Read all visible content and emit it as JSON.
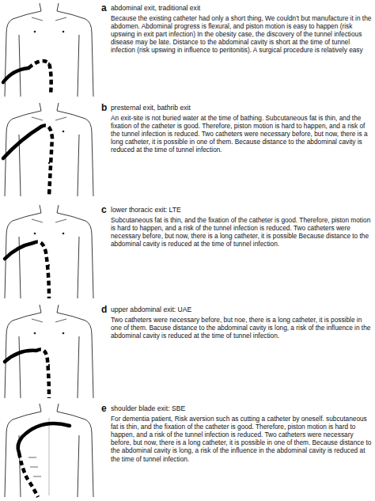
{
  "diagram": {
    "labels": [
      "a",
      "abdominal exit, traditional exit",
      "Because the existing catheter had only a short thing, We couldn't but manufacture it in the abdomen. Abdominal progress is flexural, and piston motion is easy to happen (risk upswing in exit part infection) In the obesity case, the discovery of the tunnel infectious disease may be late. Distance to the abdominal cavity is short at the time of tunnel infection (risk upswing in influence to peritonitis). A surgical procedure is relatively easy",
      "b",
      "presternal exit, bathrib exit",
      "An exit-site is not buried water at the time of bathing. Subcutaneous fat is thin, and the fixation of the catheter is good. Therefore, piston motion is hard to happen, and a risk of the tunnel infection is reduced. Two catheters were necessary before, but now, there is a long catheter, it is possible in one of them. Because distance to the abdominal cavity is reduced at the time of tunnel infection.",
      "c",
      "lower thoracic exit: LTE",
      "Subcutaneous fat is thin, and the fixation of the catheter is good. Therefore, piston motion is hard to happen, and a risk of the tunnel infection is reduced. Two catheters were necessary before, but now, there is a long catheter, it is possible Because distance to the abdominal cavity is reduced at the time of tunnel infection.",
      "d",
      "upper abdominal exit: UAE",
      "Two catheters were necessary before, but noe, there is a long catheter, it is possible in one of them. Bacuse distance to the abdominal cavity is long, a risk of the influence in the abdominal cavity is reduced at the time of tunnel infection.",
      "e",
      "shoulder blade exit: SBE",
      "For dementia patient, Risk aversion such as cutting a catheter by oneself. subcutaneous fat is thin, and the fixation of the catheter is good. Therefore, piston motion is hard to happen, and a risk of the tunnel infection is reduced. Two catheters were necessary before, but now, there is a long catheter, it is possible in one of them. Because distance to the abdominal cavity is long, a risk of the influence in the abdominal cavity is reduced at the time of tunnel infection."
    ]
  }
}
